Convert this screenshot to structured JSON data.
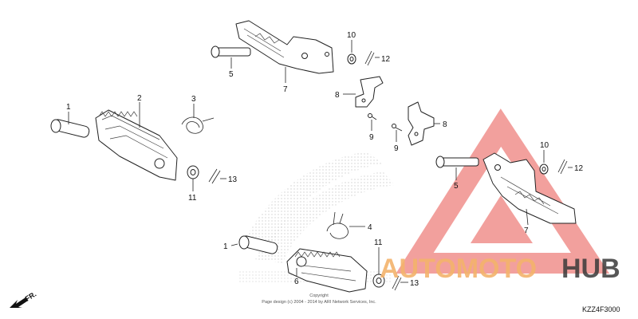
{
  "callouts": {
    "c1a": "1",
    "c2": "2",
    "c3": "3",
    "c11a": "11",
    "c13a": "13",
    "c5a": "5",
    "c7a": "7",
    "c10a": "10",
    "c12a": "12",
    "c8a": "8",
    "c9a": "9",
    "c8b": "8",
    "c9b": "9",
    "c5b": "5",
    "c10b": "10",
    "c12b": "12",
    "c7b": "7",
    "c4": "4",
    "c1b": "1",
    "c6": "6",
    "c11b": "11",
    "c13b": "13"
  },
  "copyright": {
    "line1": "Copyright",
    "line2": "Page design (c) 2004 - 2014 by ARI Network Services, Inc."
  },
  "diagram_code": "KZZ4F3000",
  "direction_label": "FR.",
  "watermark": {
    "part1": "AUTOMOTO",
    "part2": "HUB",
    "color_primary": "#e8544e",
    "color_accent": "#f3b26b",
    "color_dark": "#3a3a3a"
  }
}
